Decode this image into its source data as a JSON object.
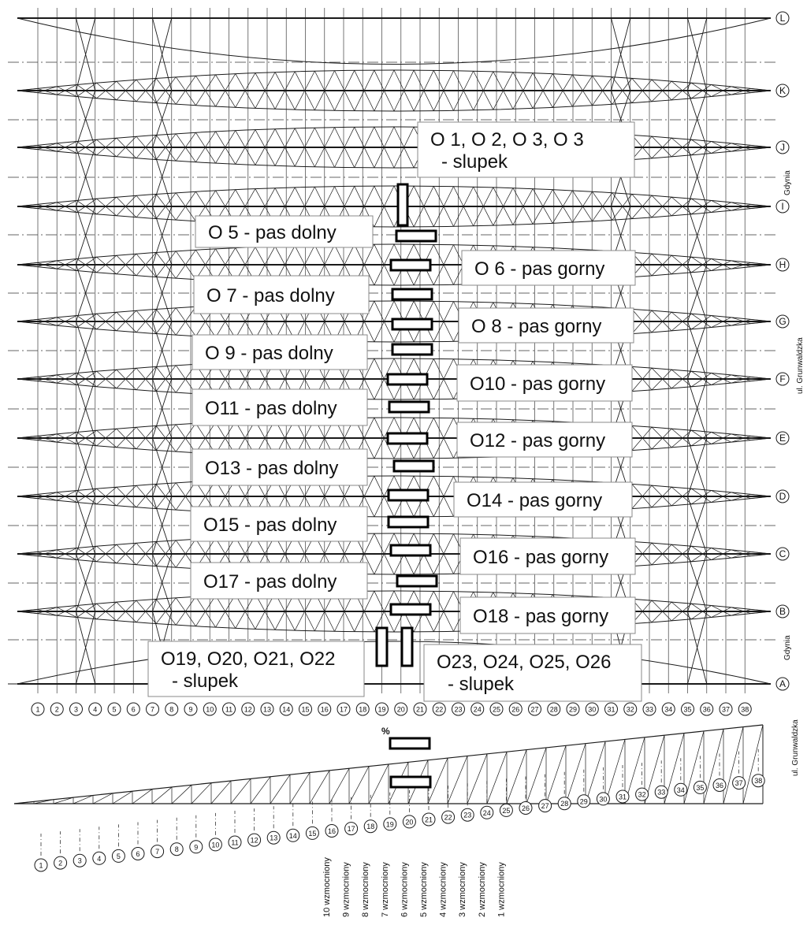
{
  "row_axes": [
    "A",
    "B",
    "C",
    "D",
    "E",
    "F",
    "G",
    "H",
    "I",
    "J",
    "K",
    "L"
  ],
  "column_axes": [
    "1",
    "2",
    "3",
    "4",
    "5",
    "6",
    "7",
    "8",
    "9",
    "10",
    "11",
    "12",
    "13",
    "14",
    "15",
    "16",
    "17",
    "18",
    "19",
    "20",
    "21",
    "22",
    "23",
    "24",
    "25",
    "26",
    "27",
    "28",
    "29",
    "30",
    "31",
    "32",
    "33",
    "34",
    "35",
    "36",
    "37",
    "38"
  ],
  "street_labels": {
    "gdynia_top": "Gdynia",
    "gdynia_bottom": "Gdynia",
    "grunwaldzka_right": "ul. Grunwaldzka",
    "grunwaldzka_section": "ul. Grunwaldzka"
  },
  "callouts": [
    {
      "id": "o1",
      "lines": [
        "O 1, O 2, O 3, O 3",
        "- slupek"
      ]
    },
    {
      "id": "o5",
      "lines": [
        "O 5  - pas dolny"
      ]
    },
    {
      "id": "o6",
      "lines": [
        "O 6  - pas gorny"
      ]
    },
    {
      "id": "o7",
      "lines": [
        "O 7  - pas dolny"
      ]
    },
    {
      "id": "o8",
      "lines": [
        "O 8  - pas gorny"
      ]
    },
    {
      "id": "o9",
      "lines": [
        "O 9  - pas dolny"
      ]
    },
    {
      "id": "o10",
      "lines": [
        "O10  - pas gorny"
      ]
    },
    {
      "id": "o11",
      "lines": [
        "O11  - pas dolny"
      ]
    },
    {
      "id": "o12",
      "lines": [
        "O12  - pas gorny"
      ]
    },
    {
      "id": "o13",
      "lines": [
        "O13  - pas dolny"
      ]
    },
    {
      "id": "o14",
      "lines": [
        "O14  - pas gorny"
      ]
    },
    {
      "id": "o15",
      "lines": [
        "O15  - pas dolny"
      ]
    },
    {
      "id": "o16",
      "lines": [
        "O16  - pas gorny"
      ]
    },
    {
      "id": "o17",
      "lines": [
        "O17  - pas dolny"
      ]
    },
    {
      "id": "o18",
      "lines": [
        "O18  - pas gorny"
      ]
    },
    {
      "id": "o19",
      "lines": [
        "O19, O20, O21, O22",
        "- slupek"
      ]
    },
    {
      "id": "o23",
      "lines": [
        "O23, O24, O25, O26",
        "- slupek"
      ]
    }
  ],
  "section_marker": "%",
  "reinforced_labels": [
    "10 wzmocniony",
    "9 wzmocniony",
    "8 wzmocniony",
    "7 wzmocniony",
    "6 wzmocniony",
    "5 wzmocniony",
    "4 wzmocniony",
    "3 wzmocniony",
    "2 wzmocniony",
    "1 wzmocniony"
  ],
  "colors": {
    "line": "#1a1a1a",
    "grid": "#555555",
    "callout_bg": "#ffffff",
    "callout_border": "#888888"
  }
}
